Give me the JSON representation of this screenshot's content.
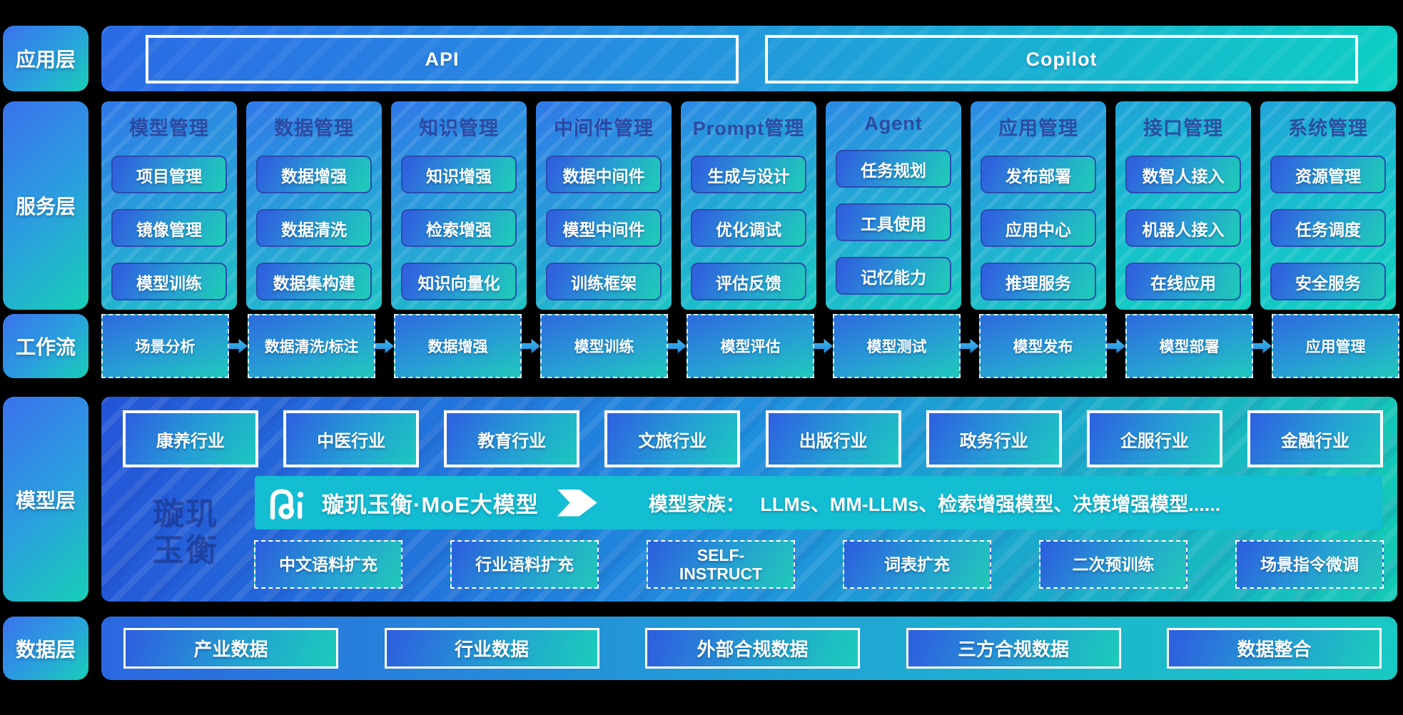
{
  "colors": {
    "accent_blue": "#2E6FE4",
    "accent_teal": "#1BCDBB",
    "banner_teal": "#13BDD2",
    "header_text": "#2D3E96"
  },
  "layers": {
    "app": {
      "label": "应用层",
      "items": [
        "API",
        "Copilot"
      ]
    },
    "service": {
      "label": "服务层",
      "columns": [
        {
          "title": "模型管理",
          "items": [
            "项目管理",
            "镜像管理",
            "模型训练"
          ]
        },
        {
          "title": "数据管理",
          "items": [
            "数据增强",
            "数据清洗",
            "数据集构建"
          ]
        },
        {
          "title": "知识管理",
          "items": [
            "知识增强",
            "检索增强",
            "知识向量化"
          ]
        },
        {
          "title": "中间件管理",
          "items": [
            "数据中间件",
            "模型中间件",
            "训练框架"
          ]
        },
        {
          "title": "Prompt管理",
          "items": [
            "生成与设计",
            "优化调试",
            "评估反馈"
          ]
        },
        {
          "title": "Agent",
          "items": [
            "任务规划",
            "工具使用",
            "记忆能力"
          ]
        },
        {
          "title": "应用管理",
          "items": [
            "发布部署",
            "应用中心",
            "推理服务"
          ]
        },
        {
          "title": "接口管理",
          "items": [
            "数智人接入",
            "机器人接入",
            "在线应用"
          ]
        },
        {
          "title": "系统管理",
          "items": [
            "资源管理",
            "任务调度",
            "安全服务"
          ]
        }
      ]
    },
    "workflow": {
      "label": "工作流",
      "steps": [
        "场景分析",
        "数据清洗/标注",
        "数据增强",
        "模型训练",
        "模型评估",
        "模型测试",
        "模型发布",
        "模型部署",
        "应用管理"
      ]
    },
    "model": {
      "label": "模型层",
      "industries": [
        "康养行业",
        "中医行业",
        "教育行业",
        "文旅行业",
        "出版行业",
        "政务行业",
        "企服行业",
        "金融行业"
      ],
      "watermark": [
        "璇玑",
        "玉衡"
      ],
      "banner": {
        "title": "璇玑玉衡·MoE大模型",
        "family_label": "模型家族：",
        "family_text": "LLMs、MM-LLMs、检索增强模型、决策增强模型......"
      },
      "techniques": [
        "中文语料扩充",
        "行业语料扩充",
        "SELF-\nINSTRUCT",
        "词表扩充",
        "二次预训练",
        "场景指令微调"
      ]
    },
    "data": {
      "label": "数据层",
      "items": [
        "产业数据",
        "行业数据",
        "外部合规数据",
        "三方合规数据",
        "数据整合"
      ]
    }
  }
}
